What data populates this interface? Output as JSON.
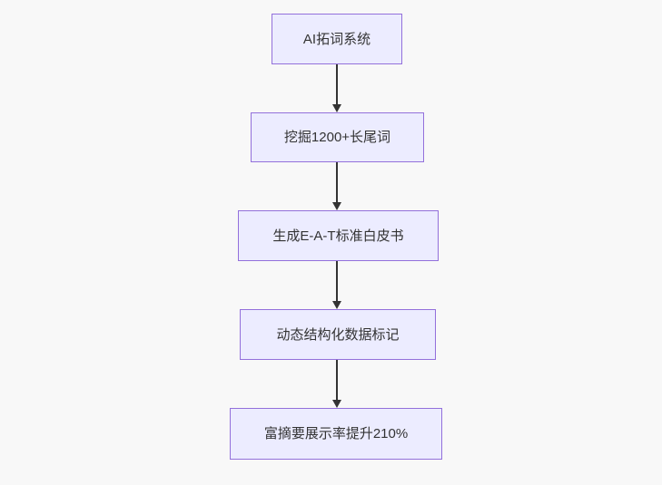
{
  "diagram": {
    "type": "flowchart",
    "direction": "top-down",
    "colors": {
      "background": "#f8f8f8",
      "node_fill": "#ECECFF",
      "node_border": "#9370DB",
      "node_text": "#333333",
      "edge": "#333333"
    },
    "nodes": [
      {
        "label": "AI拓词系统"
      },
      {
        "label": "挖掘1200+长尾词"
      },
      {
        "label": "生成E-A-T标准白皮书"
      },
      {
        "label": "动态结构化数据标记"
      },
      {
        "label": "富摘要展示率提升210%"
      }
    ],
    "edges": [
      {
        "from": 0,
        "to": 1,
        "style": "arrow-down"
      },
      {
        "from": 1,
        "to": 2,
        "style": "arrow-down"
      },
      {
        "from": 2,
        "to": 3,
        "style": "arrow-down"
      },
      {
        "from": 3,
        "to": 4,
        "style": "arrow-down"
      }
    ]
  }
}
